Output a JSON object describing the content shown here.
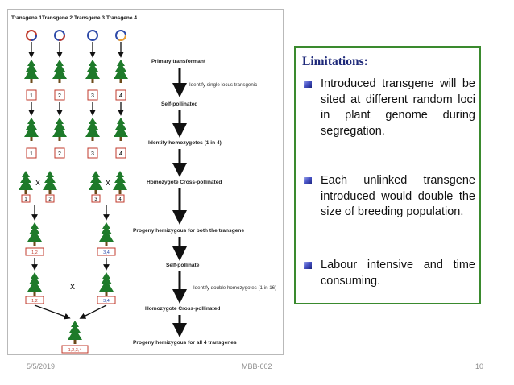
{
  "slide": {
    "date": "5/5/2019",
    "course": "MBB-602",
    "page_number": "10"
  },
  "figure": {
    "transgene_headers": [
      "Transgene 1",
      "Transgene 2",
      "Transgene 3",
      "Transgene 4"
    ],
    "row1_labels": [
      "1",
      "2",
      "3",
      "4"
    ],
    "row2_labels": [
      "1",
      "2",
      "3",
      "4"
    ],
    "row3_labels": [
      "1",
      "2",
      "3",
      "4"
    ],
    "cross_symbol": "x",
    "pair_labels": [
      "1,2",
      "3,4"
    ],
    "final_label": "1,2,3,4",
    "steps": {
      "primary_transformant": "Primary transformant",
      "identify_single_locus": "Identify single locus transgenic",
      "self_pollinated": "Self-pollinated",
      "identify_homozygotes": "Identify homozygotes (1 in 4)",
      "homozygote_cross": "Homozygote Cross-pollinated",
      "progeny_hemizygous_both": "Progeny hemizygous for both the transgene",
      "self_pollinate": "Self-pollinate",
      "identify_double": "Identify double homozygotes (1 in 16)",
      "homozygote_cross_2": "Homozygote Cross-pollinated",
      "progeny_hemizygous_all": "Progeny hemizygous for all 4 transgenes"
    },
    "colors": {
      "tree": "#1e7a2a",
      "label_border": "#c0392b",
      "arrow": "#111111",
      "plasmid": [
        "#c0392b",
        "#2e4aa8",
        "#f0a030",
        "#2e4aa8"
      ]
    }
  },
  "limitations": {
    "title": "Limitations:",
    "items": [
      "Introduced transgene will be sited at different random loci in plant genome during segregation.",
      "Each unlinked transgene introduced would double the size of breeding population.",
      "Labour intensive and time consuming."
    ],
    "border_color": "#3a8a2e",
    "title_color": "#1f2a7a"
  }
}
